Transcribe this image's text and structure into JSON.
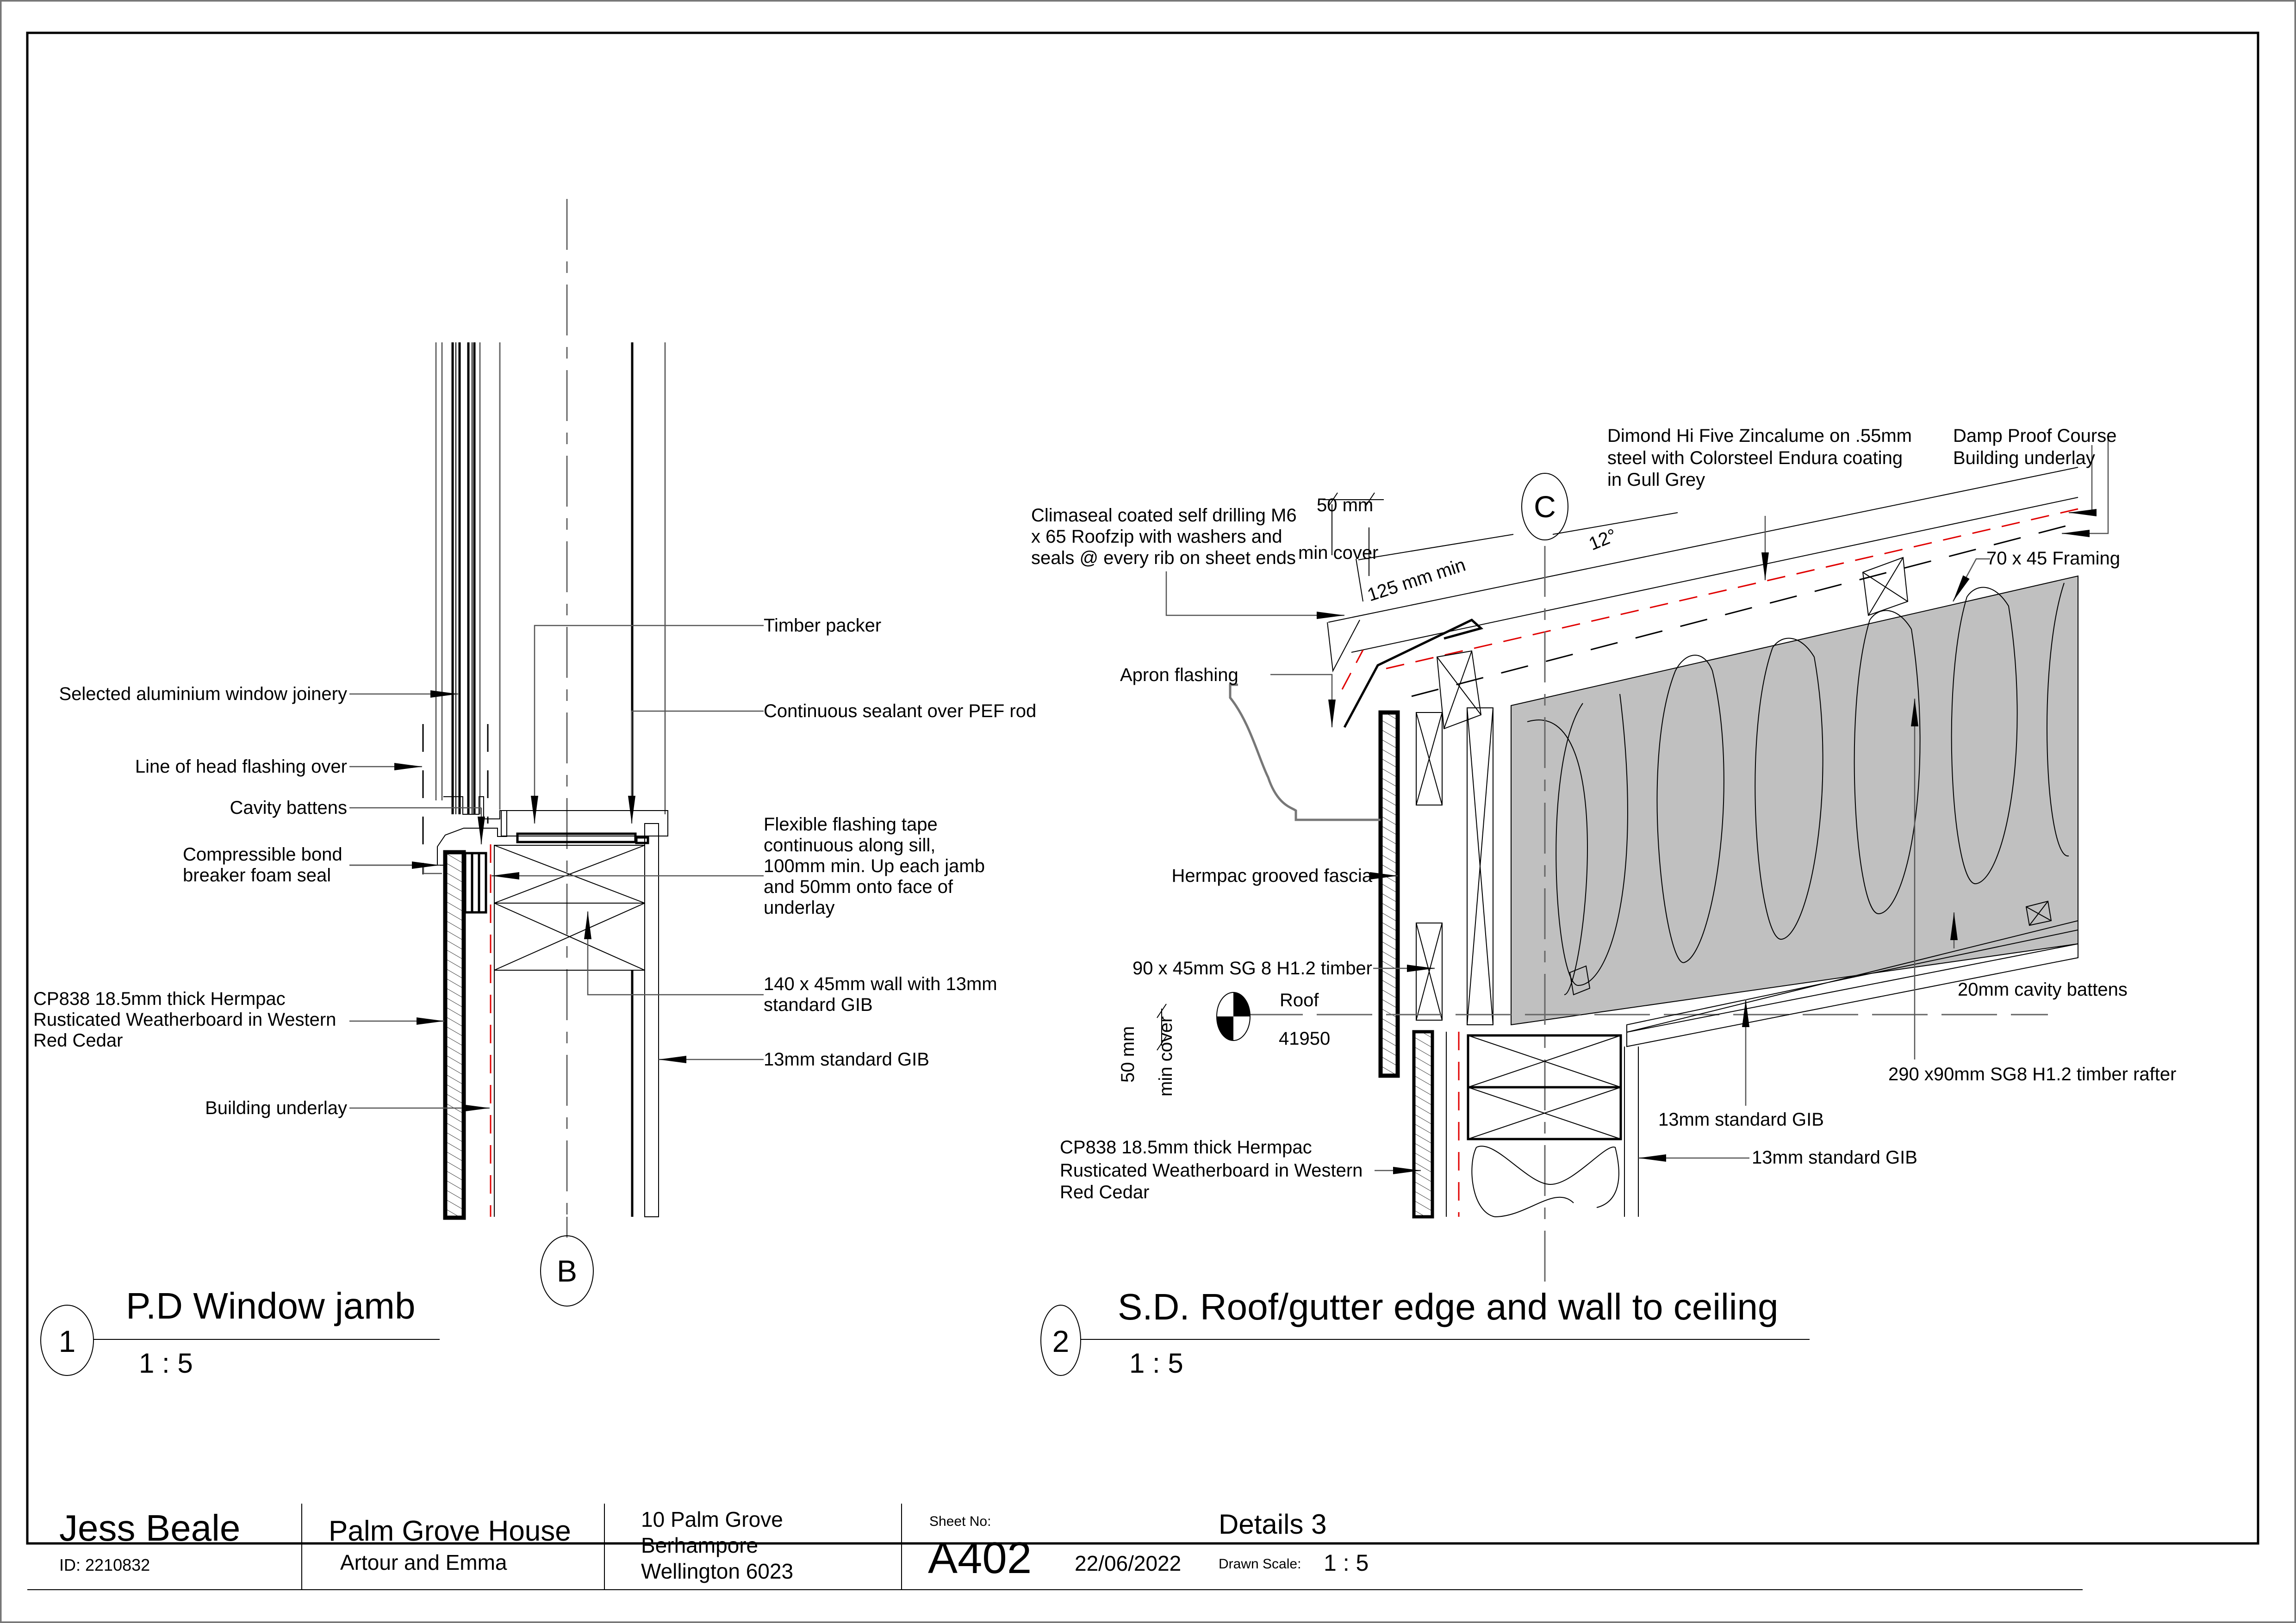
{
  "sheet": {
    "title_block": {
      "author_name": "Jess Beale",
      "author_id": "ID: 2210832",
      "project_name": "Palm Grove House",
      "clients": "Artour and Emma",
      "address_line1": "10 Palm Grove",
      "address_line2": "Berhampore",
      "address_line3": "Wellington 6023",
      "sheet_no_label": "Sheet No:",
      "sheet_no": "A402",
      "date": "22/06/2022",
      "sheet_title": "Details 3",
      "drawn_scale_label": "Drawn Scale:",
      "drawn_scale": "1 : 5"
    }
  },
  "detail1": {
    "number": "1",
    "title": "P.D Window jamb",
    "scale": "1 : 5",
    "gridline": "B",
    "labels": {
      "window_joinery": "Selected aluminium window joinery",
      "head_flashing": "Line of head flashing over",
      "cavity_battens": "Cavity battens",
      "bond_breaker_1": "Compressible bond",
      "bond_breaker_2": "breaker foam seal",
      "weatherboard_1": "CP838 18.5mm thick Hermpac",
      "weatherboard_2": "Rusticated Weatherboard in Western",
      "weatherboard_3": "Red Cedar",
      "building_underlay": "Building underlay",
      "timber_packer": "Timber packer",
      "sealant": "Continuous sealant over PEF rod",
      "flashing_tape_1": "Flexible flashing tape",
      "flashing_tape_2": "continuous along sill,",
      "flashing_tape_3": "100mm min. Up each jamb",
      "flashing_tape_4": "and 50mm onto face of",
      "flashing_tape_5": "underlay",
      "wall_1": "140 x 45mm wall with 13mm",
      "wall_2": "standard GIB",
      "gib": "13mm standard GIB"
    }
  },
  "detail2": {
    "number": "2",
    "title": "S.D. Roof/gutter edge and wall to ceiling",
    "scale": "1 : 5",
    "gridline": "C",
    "level_name": "Roof",
    "level_value": "41950",
    "pitch": "12°",
    "dims": {
      "cover_top_1": "50 mm",
      "cover_top_2": "min cover",
      "lap": "125 mm min",
      "cover_side_1": "50 mm",
      "cover_side_2": "min cover"
    },
    "labels": {
      "roofzip_1": "Climaseal coated self drilling M6",
      "roofzip_2": "x 65 Roofzip with washers and",
      "roofzip_3": "seals @ every rib on sheet ends",
      "roofing_1": "Dimond Hi Five Zincalume on .55mm",
      "roofing_2": "steel with Colorsteel Endura coating",
      "roofing_3": "in Gull Grey",
      "dpc_1": "Damp Proof Course",
      "dpc_2": "Building underlay",
      "framing": "70 x 45 Framing",
      "apron": "Apron flashing",
      "fascia": "Hermpac grooved fascia",
      "timber": "90 x 45mm SG 8 H1.2 timber",
      "cavity_battens": "20mm cavity battens",
      "rafter": "290 x90mm SG8 H1.2 timber rafter",
      "gib_ceiling": "13mm standard GIB",
      "gib_wall": "13mm standard GIB",
      "weatherboard_1": "CP838 18.5mm thick Hermpac",
      "weatherboard_2": "Rusticated Weatherboard in Western",
      "weatherboard_3": "Red Cedar"
    }
  },
  "colors": {
    "line": "#000000",
    "underlay_red": "#e00000",
    "insulation_grey": "#c0c0c0",
    "frame_grey": "#777777"
  }
}
